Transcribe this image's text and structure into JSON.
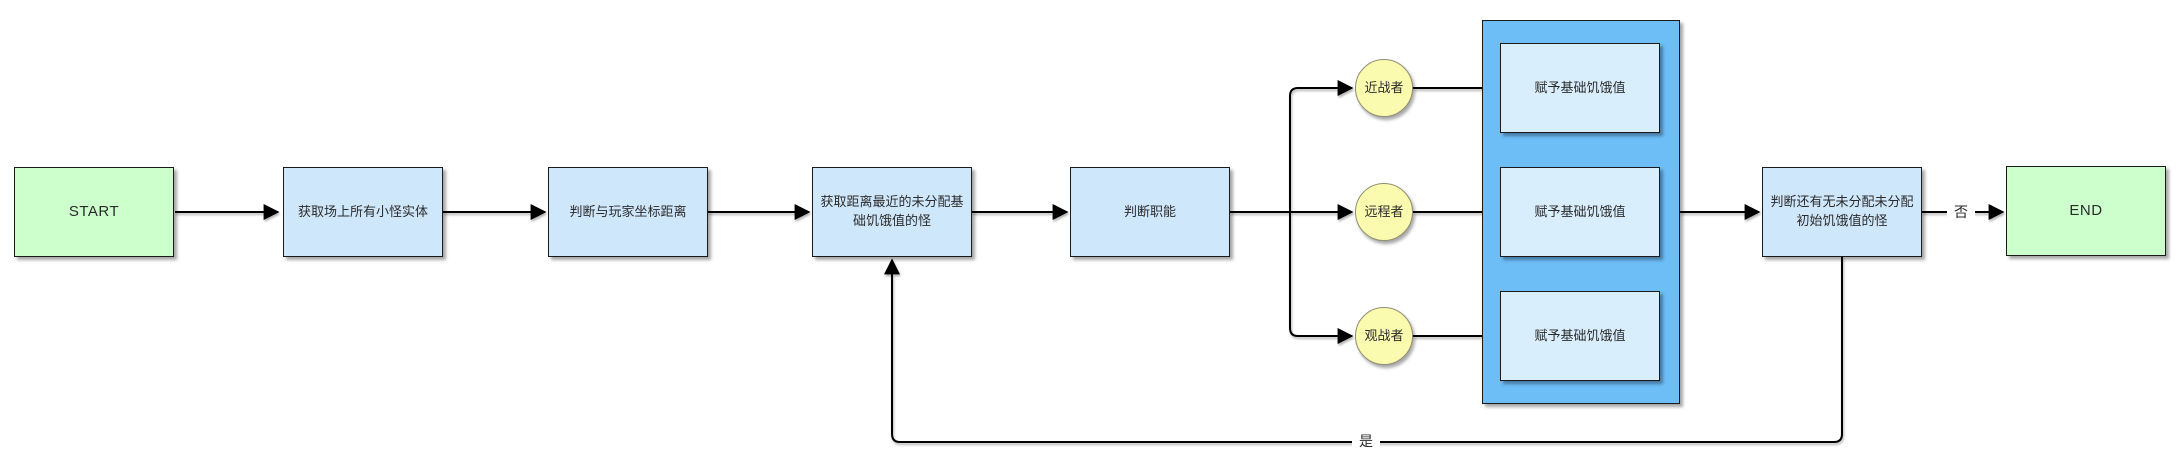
{
  "diagram": {
    "type": "flowchart",
    "background": "#ffffff",
    "colors": {
      "terminal_fill": "#ccffcc",
      "process_fill": "#cfe7fb",
      "container_fill": "#6dbdf7",
      "inner_process_fill": "#d9eefd",
      "circle_fill": "#fbfbb0",
      "border": "#1a1a1a",
      "circle_border": "#8f8f72",
      "line": "#000000"
    },
    "nodes": {
      "start": {
        "label": "START"
      },
      "get_monsters": {
        "label": "获取场上所有小怪实体"
      },
      "judge_distance": {
        "label": "判断与玩家坐标距离"
      },
      "get_nearest": {
        "label": "获取距离最近的未分配基础饥饿值的怪"
      },
      "judge_role": {
        "label": "判断职能"
      },
      "melee": {
        "label": "近战者"
      },
      "ranged": {
        "label": "远程者"
      },
      "spectator": {
        "label": "观战者"
      },
      "assign_melee": {
        "label": "赋予基础饥饿值"
      },
      "assign_ranged": {
        "label": "赋予基础饥饿值"
      },
      "assign_spectator": {
        "label": "赋予基础饥饿值"
      },
      "judge_remaining": {
        "label": "判断还有无未分配未分配初始饥饿值的怪"
      },
      "end": {
        "label": "END"
      }
    },
    "edge_labels": {
      "no": "否",
      "yes": "是"
    }
  }
}
